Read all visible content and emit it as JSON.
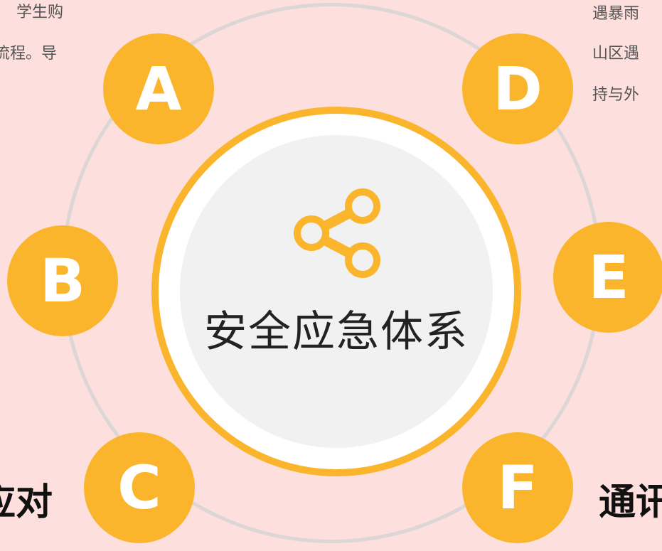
{
  "center": {
    "title": "安全应急体系",
    "icon": "share-icon"
  },
  "nodes": [
    {
      "letter": "A"
    },
    {
      "letter": "B"
    },
    {
      "letter": "C"
    },
    {
      "letter": "D"
    },
    {
      "letter": "E"
    },
    {
      "letter": "F"
    }
  ],
  "left_text": {
    "line1": "学生购",
    "line2": "流程。导"
  },
  "right_text": {
    "line1": "遇暴雨",
    "line2": "山区遇",
    "line3": "持与外"
  },
  "labels": {
    "c_title": "应对",
    "f_title": "通讯"
  },
  "colors": {
    "background": "#fde0dd",
    "accent": "#fab52c",
    "ring": "#dcd6d6",
    "hub_inner": "#f1f1f1"
  }
}
